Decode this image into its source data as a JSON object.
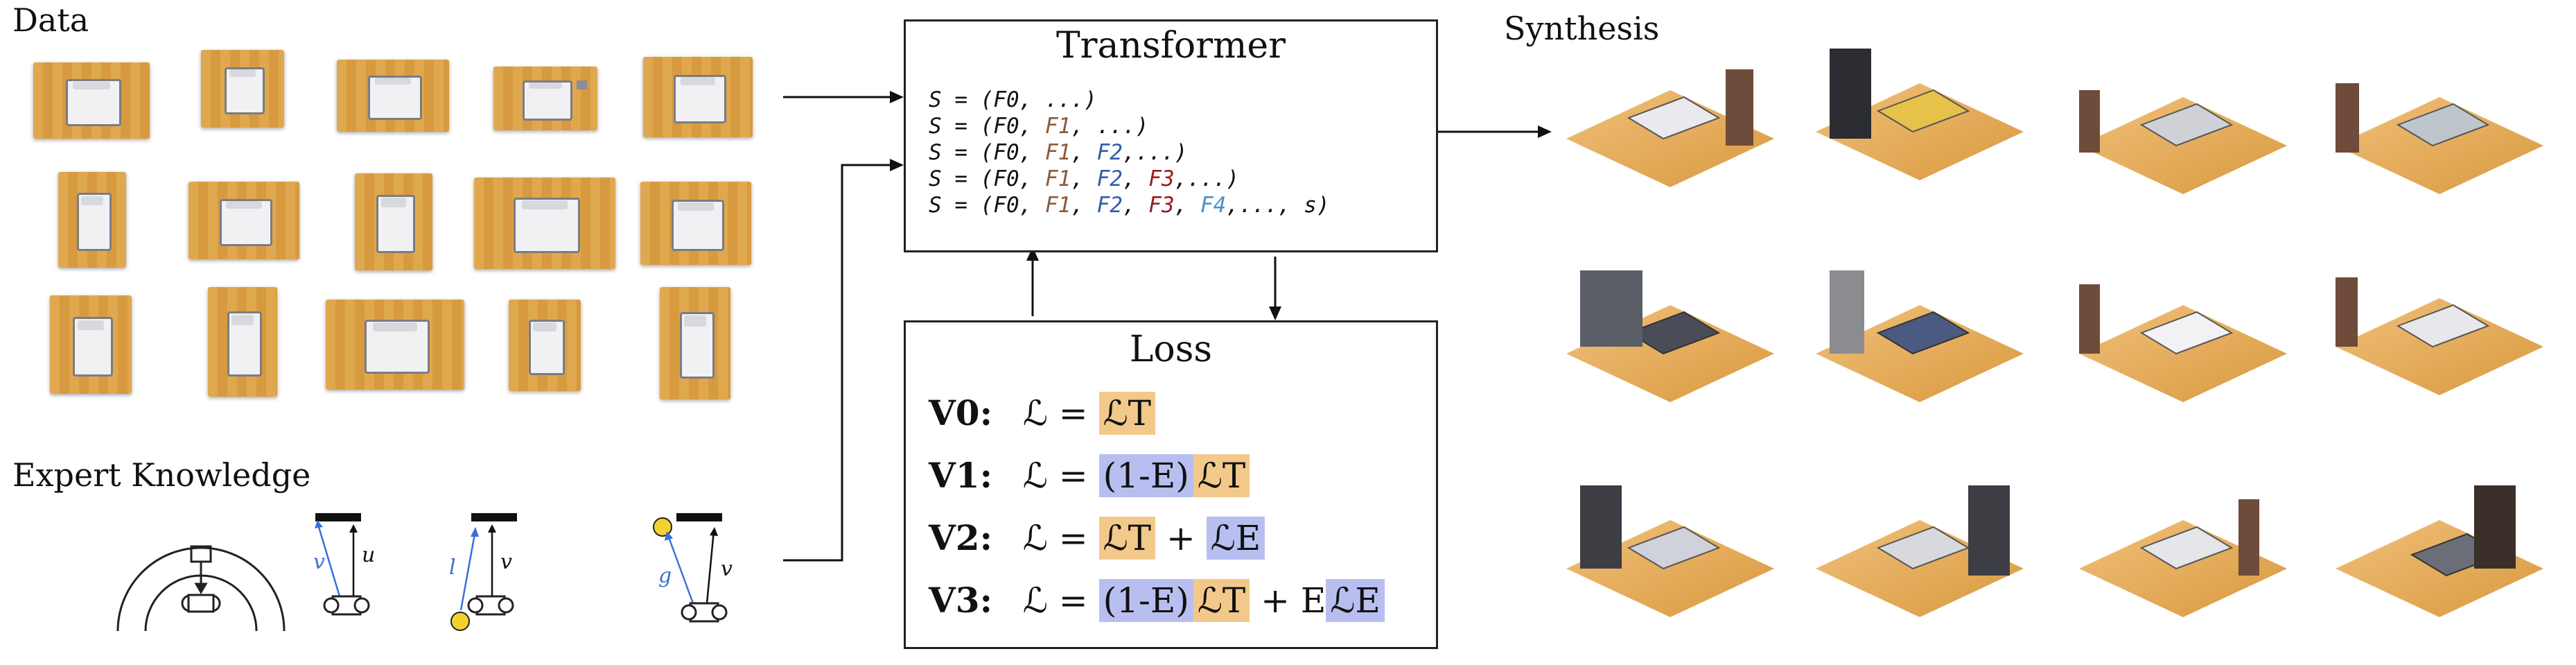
{
  "sections": {
    "data_title": "Data",
    "expert_title": "Expert Knowledge",
    "synthesis_title": "Synthesis"
  },
  "transformer": {
    "title": "Transformer",
    "lines": [
      {
        "prefix": "S = (F",
        "segments": [
          {
            "t": "0",
            "c": ""
          },
          {
            "t": ", ...)",
            "c": ""
          }
        ]
      },
      {
        "prefix": "S = (F",
        "segments": [
          {
            "t": "0",
            "c": ""
          },
          {
            "t": ", ",
            "c": ""
          },
          {
            "t": "F1",
            "c": "f1"
          },
          {
            "t": ", ...)",
            "c": ""
          }
        ]
      }
    ],
    "seq_line_1": "S = (F0, ...)",
    "seq_line_2_a": "S = (F0, ",
    "seq_line_2_f1": "F1",
    "seq_line_2_b": ", ...)",
    "seq_line_3_a": "S = (F0, ",
    "seq_line_3_f1": "F1",
    "seq_line_3_sep": ", ",
    "seq_line_3_f2": "F2",
    "seq_line_3_b": ",...)",
    "seq_line_4_a": "S = (F0, ",
    "seq_line_4_f1": "F1",
    "seq_line_4_sep1": ", ",
    "seq_line_4_f2": "F2",
    "seq_line_4_sep2": ", ",
    "seq_line_4_f3": "F3",
    "seq_line_4_b": ",...)",
    "seq_line_5_a": "S = (F0, ",
    "seq_line_5_f1": "F1",
    "seq_line_5_sep1": ", ",
    "seq_line_5_f2": "F2",
    "seq_line_5_sep2": ", ",
    "seq_line_5_f3": "F3",
    "seq_line_5_sep3": ", ",
    "seq_line_5_f4": "F4",
    "seq_line_5_b": ",..., s)"
  },
  "loss": {
    "title": "Loss",
    "rows": [
      {
        "tag": "V0:",
        "lhs": "ℒ =",
        "t1": "ℒT"
      },
      {
        "tag": "V1:",
        "lhs": "ℒ =",
        "e1": "(1-E)",
        "t1": "ℒT"
      },
      {
        "tag": "V2:",
        "lhs": "ℒ =",
        "t1": "ℒT",
        "plus": "+",
        "e2": "ℒE"
      },
      {
        "tag": "V3:",
        "lhs": "ℒ =",
        "e1": "(1-E)",
        "t1": "ℒT",
        "plus": "+ E",
        "e2": "ℒE"
      }
    ]
  },
  "expert": {
    "label_u": "u",
    "label_v1": "v",
    "label_v2": "v",
    "label_l": "l",
    "label_v3": "v",
    "label_g": "g"
  },
  "colors": {
    "floor": "#e0a84e",
    "highlight_T": "#f2c98a",
    "highlight_E": "#b8bff0",
    "vector_blue": "#3a6fd8",
    "lightbulb": "#f5d130"
  }
}
